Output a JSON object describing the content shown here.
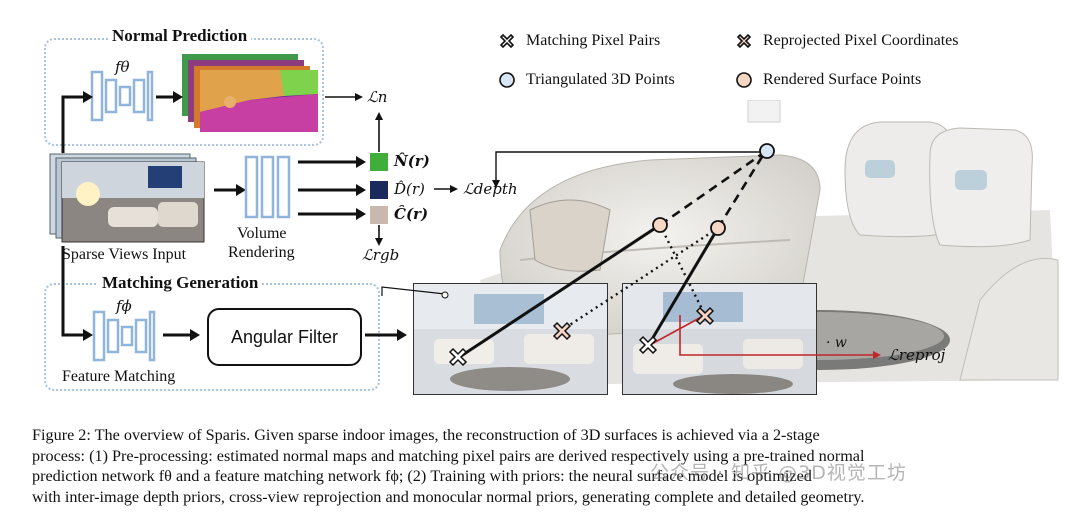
{
  "legend": {
    "matching_pixel_pairs": "Matching Pixel Pairs",
    "reprojected_pixel_coordinates": "Reprojected Pixel Coordinates",
    "triangulated_3d_points": "Triangulated 3D Points",
    "rendered_surface_points": "Rendered Surface Points"
  },
  "normal_prediction": {
    "title": "Normal Prediction",
    "network": "fθ",
    "loss": "ℒn"
  },
  "inputs": {
    "sparse_views": "Sparse Views Input",
    "volume_rendering_line1": "Volume",
    "volume_rendering_line2": "Rendering"
  },
  "outputs": {
    "normal": "N̂(r)",
    "depth": "D̂(r)",
    "color": "Ĉ(r)",
    "loss_depth": "ℒdepth",
    "loss_rgb": "ℒrgb"
  },
  "matching_generation": {
    "title": "Matching Generation",
    "network": "fϕ",
    "feature_matching": "Feature Matching",
    "angular_filter": "Angular Filter"
  },
  "reprojection": {
    "weight": "· w",
    "loss": "ℒreproj"
  },
  "caption": {
    "line1": "Figure 2: The overview of Sparis. Given sparse indoor images, the reconstruction of 3D surfaces is achieved via a 2-stage",
    "line2": "process: (1) Pre-processing: estimated normal maps and matching pixel pairs are derived respectively using a pre-trained normal",
    "line3": "prediction network fθ and a feature matching network fϕ; (2) Training with priors: the neural surface model is optimized",
    "line4": "with inter-image depth priors, cross-view reprojection and monocular normal priors, generating complete and detailed geometry."
  },
  "watermark": "公众号 · 知乎 @3D视觉工坊",
  "colors": {
    "normal_swatch": "#3fae3a",
    "depth_swatch": "#1b2a5c",
    "color_swatch": "#c9b8b0",
    "network_blue": "#8fb5db",
    "box_dotted": "#a9c4de",
    "reproj_red": "#c0262a"
  }
}
